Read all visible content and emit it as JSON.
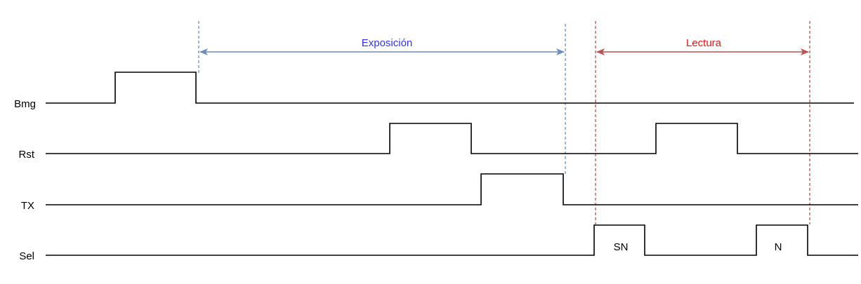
{
  "colors": {
    "exposure": "#6c8ebf",
    "exposure_text": "#3333ee",
    "readout": "#b85450",
    "readout_text": "#ee1111",
    "signal": "#000000"
  },
  "phases": {
    "exposure": {
      "label": "Exposición"
    },
    "readout": {
      "label": "Lectura"
    }
  },
  "signals": [
    {
      "name": "Bmg"
    },
    {
      "name": "Rst"
    },
    {
      "name": "TX"
    },
    {
      "name": "Sel",
      "pulse_labels": [
        "SN",
        "N"
      ]
    }
  ]
}
